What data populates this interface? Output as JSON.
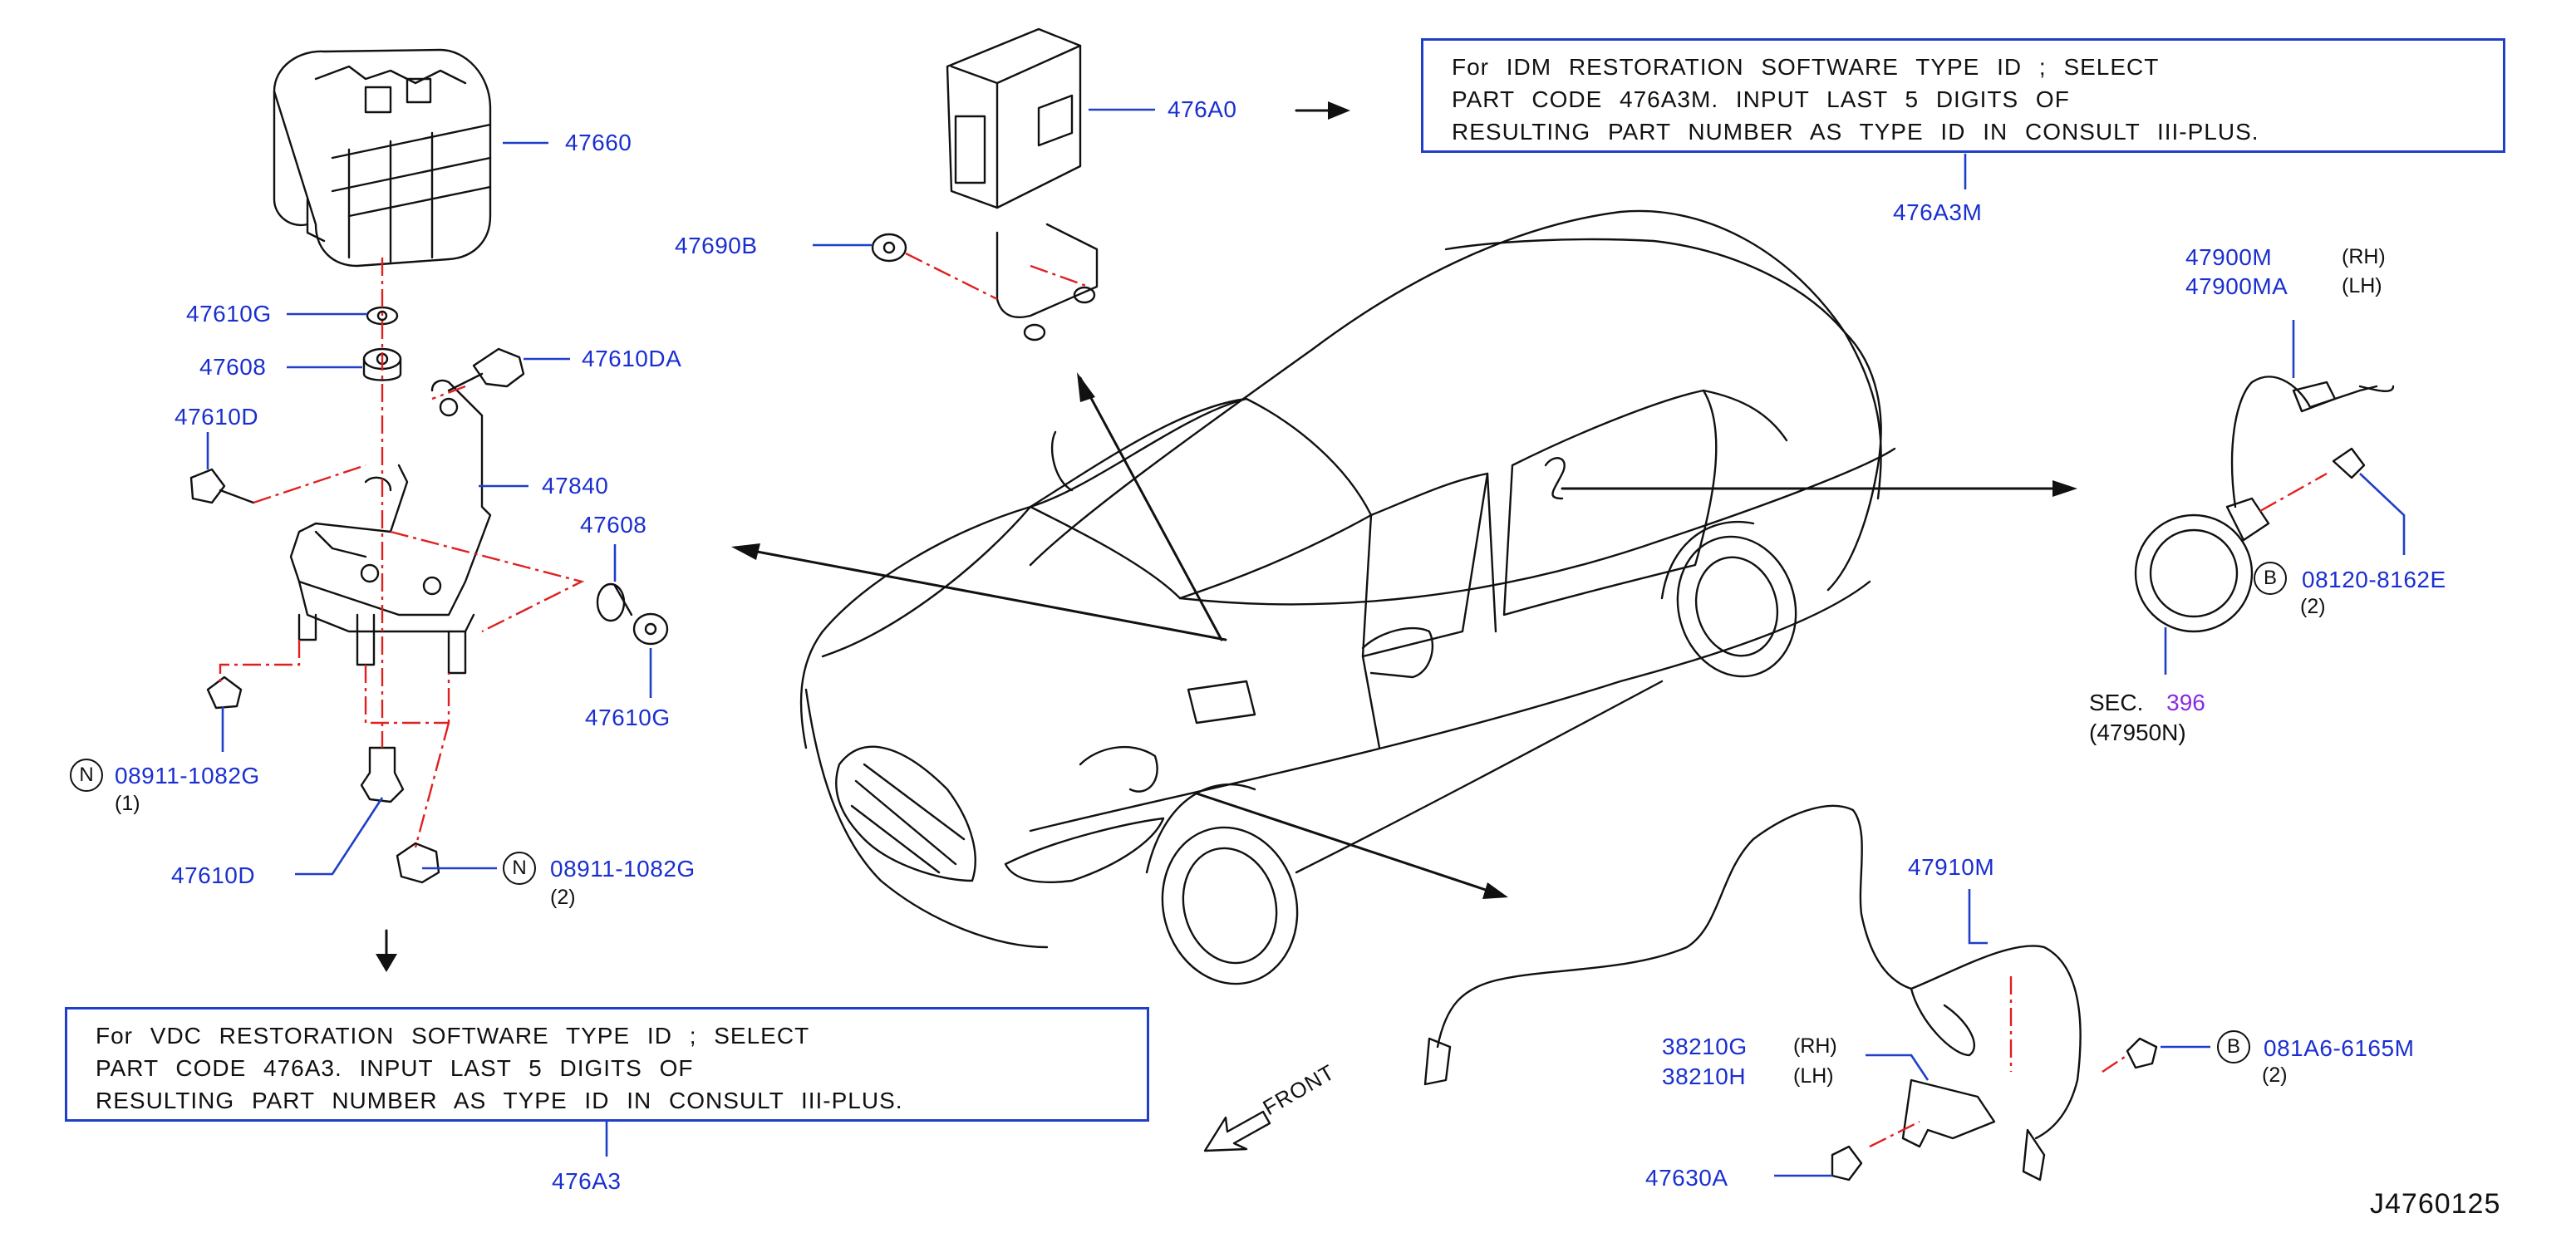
{
  "diagram_id": "J4760125",
  "notes": {
    "idm": {
      "lines": [
        "For IDM RESTORATION SOFTWARE TYPE ID ; SELECT",
        "PART CODE 476A3M. INPUT LAST 5 DIGITS OF",
        "RESULTING PART NUMBER AS TYPE ID IN CONSULT III-PLUS."
      ],
      "code": "476A3M"
    },
    "vdc": {
      "lines": [
        "For VDC RESTORATION SOFTWARE TYPE ID ; SELECT",
        "PART CODE 476A3. INPUT LAST 5 DIGITS OF",
        "RESULTING PART NUMBER AS TYPE ID IN CONSULT III-PLUS."
      ],
      "code": "476A3"
    }
  },
  "parts": {
    "p47660": "47660",
    "p47610g_top": "47610G",
    "p47608_left": "47608",
    "p47610da": "47610DA",
    "p47610d_top": "47610D",
    "p47840": "47840",
    "p47608_right": "47608",
    "p47610g_right": "47610G",
    "p08911_left": "08911-1082G",
    "p08911_left_qty": "(1)",
    "p47610d_bottom": "47610D",
    "p08911_right": "08911-1082G",
    "p08911_right_qty": "(2)",
    "p476a0": "476A0",
    "p47690b": "47690B",
    "p47900m": "47900M",
    "p47900m_side": "(RH)",
    "p47900ma": "47900MA",
    "p47900ma_side": "(LH)",
    "p08120": "08120-8162E",
    "p08120_qty": "(2)",
    "sec_prefix": "SEC.",
    "sec_num": "396",
    "p47950n": "(47950N)",
    "p47910m": "47910M",
    "p38210g": "38210G",
    "p38210g_side": "(RH)",
    "p38210h": "38210H",
    "p38210h_side": "(LH)",
    "p081a6": "081A6-6165M",
    "p081a6_qty": "(2)",
    "p47630a": "47630A"
  },
  "symbols": {
    "n": "N",
    "b": "B"
  },
  "front_label": "FRONT",
  "colors": {
    "part_number": "#1a2fd0",
    "leader": "#1f3fc8",
    "centerline": "#e02020",
    "drawing": "#111111",
    "section": "#8a2be2"
  }
}
